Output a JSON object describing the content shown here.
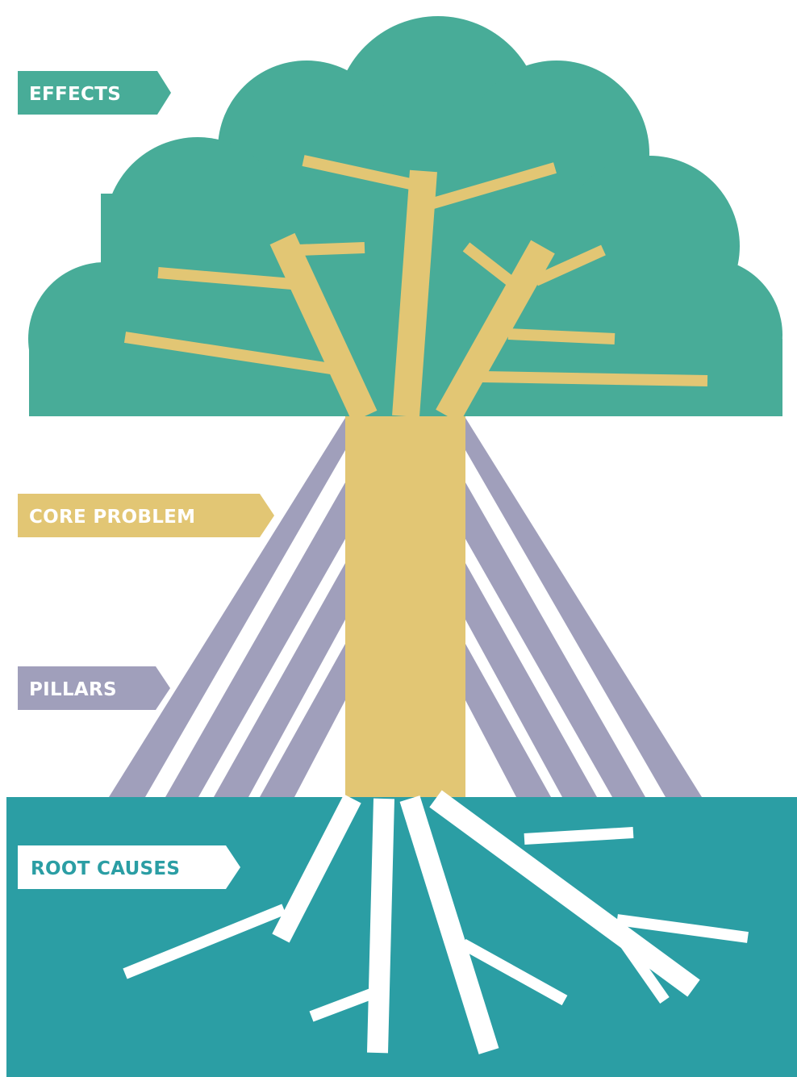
{
  "labels": {
    "effects": "EFFECTS",
    "core_problem": "CORE PROBLEM",
    "pillars": "PILLARS",
    "root_causes": "ROOT CAUSES"
  },
  "colors": {
    "canopy": "#48ac98",
    "trunk": "#e2c674",
    "pillars": "#a09fbb",
    "ground": "#2b9ea4",
    "roots": "#ffffff",
    "label_text_light": "#ffffff",
    "label_text_dark": "#2b9ea4"
  }
}
